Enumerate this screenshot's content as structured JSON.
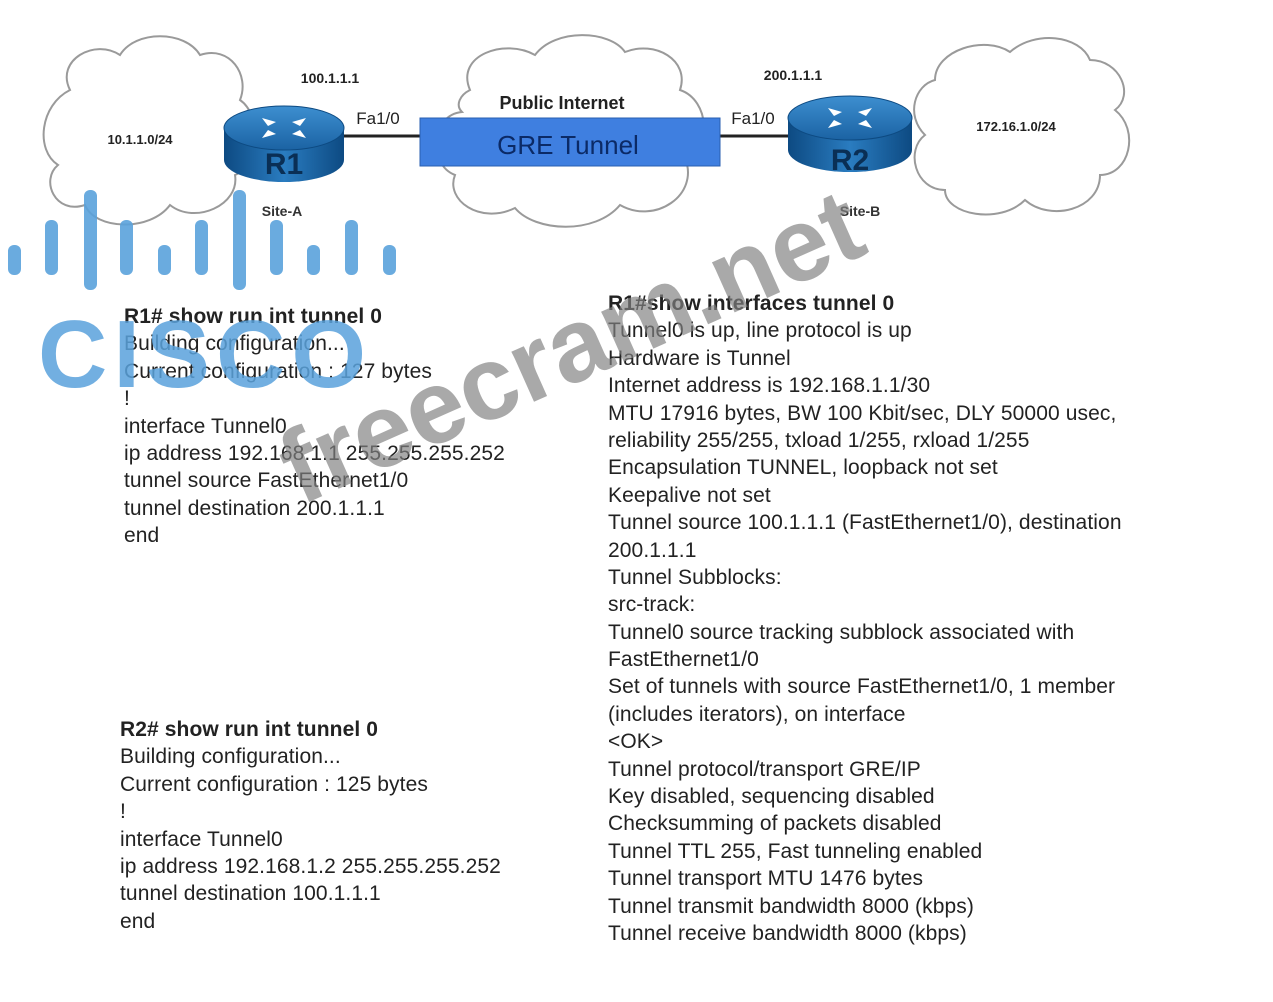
{
  "diagram": {
    "left_network": "10.1.1.0/24",
    "right_network": "172.16.1.0/24",
    "r1": {
      "name": "R1",
      "ip": "100.1.1.1",
      "interface": "Fa1/0",
      "site": "Site-A"
    },
    "r2": {
      "name": "R2",
      "ip": "200.1.1.1",
      "interface": "Fa1/0",
      "site": "Site-B"
    },
    "cloud_label": "Public Internet",
    "tunnel_label": "GRE Tunnel",
    "colors": {
      "router": "#1e6fb0",
      "tunnel": "#3f7fe0",
      "cloud_stroke": "#9a9a9a"
    }
  },
  "r1_running_config": [
    "R1# show run int tunnel 0",
    "Building configuration...",
    "Current configuration : 127 bytes",
    "!",
    "interface Tunnel0",
    "ip address 192.168.1.1 255.255.255.252",
    "tunnel source FastEthernet1/0",
    "tunnel destination 200.1.1.1",
    "end"
  ],
  "r2_running_config": [
    "R2# show run int tunnel 0",
    "Building configuration...",
    "Current configuration : 125 bytes",
    "!",
    "interface Tunnel0",
    "ip address 192.168.1.2 255.255.255.252",
    "tunnel destination 100.1.1.1",
    "end"
  ],
  "r1_show_interfaces": [
    "R1#show interfaces tunnel 0",
    "Tunnel0 is up, line protocol is up",
    "Hardware is Tunnel",
    "Internet address is 192.168.1.1/30",
    "MTU 17916 bytes, BW 100 Kbit/sec, DLY 50000 usec,",
    "reliability 255/255, txload 1/255, rxload 1/255",
    "Encapsulation TUNNEL, loopback not set",
    "Keepalive not set",
    "Tunnel source 100.1.1.1 (FastEthernet1/0), destination",
    "200.1.1.1",
    "Tunnel Subblocks:",
    "src-track:",
    "Tunnel0 source tracking subblock associated with",
    "FastEthernet1/0",
    "Set of tunnels with source FastEthernet1/0, 1 member",
    "(includes iterators), on interface",
    "<OK>",
    "Tunnel protocol/transport GRE/IP",
    "Key disabled, sequencing disabled",
    "Checksumming of packets disabled",
    "Tunnel TTL 255, Fast tunneling enabled",
    "Tunnel transport MTU 1476 bytes",
    "Tunnel transmit bandwidth 8000 (kbps)",
    "Tunnel receive bandwidth 8000 (kbps)"
  ],
  "overlays": {
    "logo_text": "CISCO",
    "watermark_text": "freecram.net"
  }
}
